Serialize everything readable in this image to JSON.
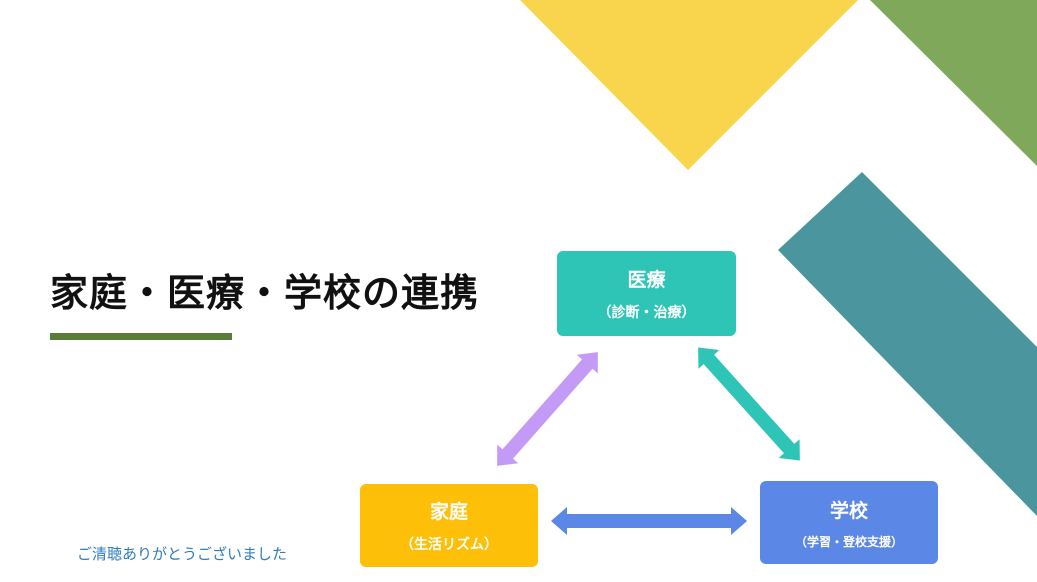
{
  "slide": {
    "title": "家庭・医療・学校の連携",
    "closing_text": "ご清聴ありがとうございました"
  },
  "nodes": {
    "medical": {
      "label": "医療",
      "sub": "（診断・治療）",
      "color": "#2ec4b6"
    },
    "home": {
      "label": "家庭",
      "sub": "（生活リズム）",
      "color": "#fdbf07"
    },
    "school": {
      "label": "学校",
      "sub": "（学習・登校支援）",
      "color": "#5b87e6"
    }
  },
  "links": [
    {
      "from": "home",
      "to": "medical",
      "color": "#c39af5"
    },
    {
      "from": "medical",
      "to": "school",
      "color": "#2ec4b6"
    },
    {
      "from": "home",
      "to": "school",
      "color": "#5b87e6"
    }
  ],
  "decor_colors": {
    "yellow": "#f8d54c",
    "green": "#7fa85a",
    "teal": "#4a959e",
    "underline": "#5b7b3a"
  }
}
